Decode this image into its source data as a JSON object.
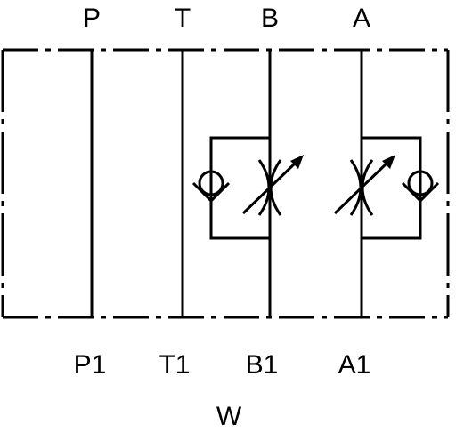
{
  "ports_top": {
    "p": "P",
    "t": "T",
    "b": "B",
    "a": "A"
  },
  "ports_bottom": {
    "p1": "P1",
    "t1": "T1",
    "b1": "B1",
    "a1": "A1"
  },
  "designation": "W",
  "colors": {
    "line": "#000000",
    "background": "#ffffff"
  },
  "symbols": [
    "check-valve",
    "adjustable-throttle-valve"
  ]
}
